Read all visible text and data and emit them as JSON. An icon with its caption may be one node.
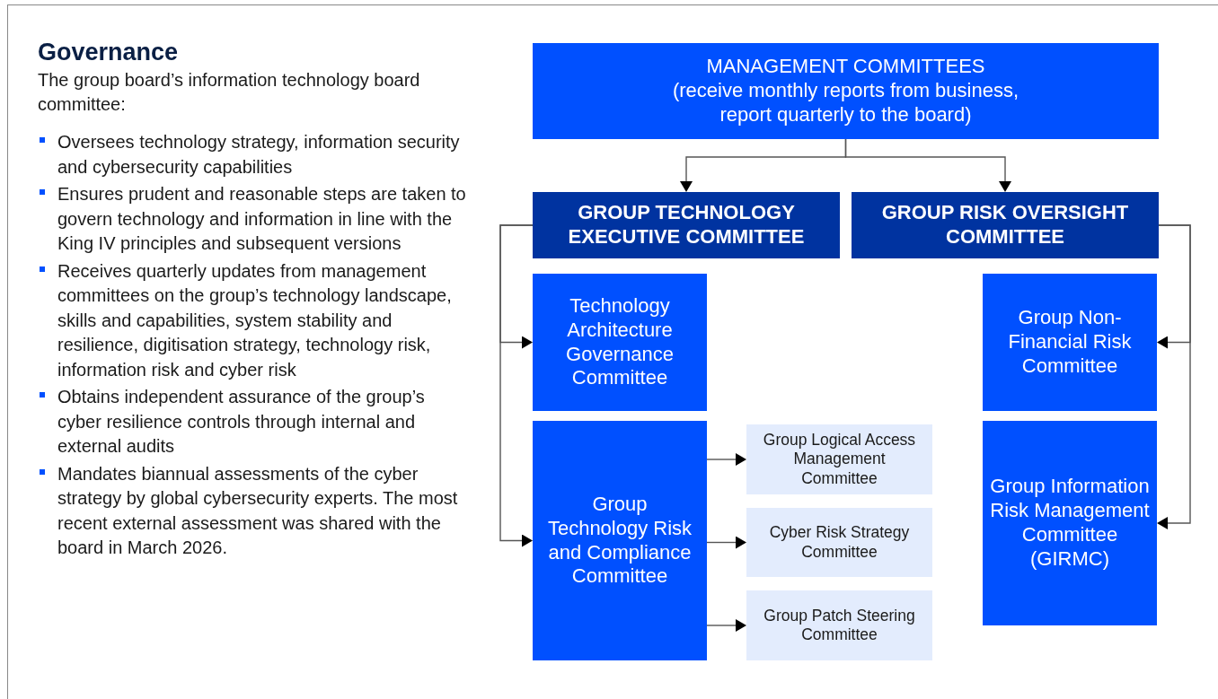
{
  "diagram": {
    "title": "Governance",
    "nodes": [
      {
        "text": [
          "MANAGEMENT COMMITTEES",
          "(receive monthly reports from business, report quarterly to the board)"
        ]
      },
      {
        "text": [
          "GROUP TECHNOLOGY EXECUTIVE COMMITTEE"
        ]
      },
      {
        "text": [
          "GROUP RISK OVERSIGHT COMMITTEE"
        ]
      },
      {
        "text": [
          "Technology Architecture Governance Committee"
        ]
      },
      {
        "text": [
          "Group Technology Risk and Compliance Committee"
        ]
      },
      {
        "text": [
          "Group Logical Access Management Committee"
        ]
      },
      {
        "text": [
          "Cyber Risk Strategy Committee"
        ]
      },
      {
        "text": [
          "Group Patch Steering Committee"
        ]
      },
      {
        "text": [
          "Group Non-Financial Risk Committee"
        ]
      },
      {
        "text": [
          "Group Information Risk Management Committee (GIRMC)"
        ]
      }
    ],
    "edges": [
      {
        "from": 0,
        "to": 1,
        "arrow": "to"
      },
      {
        "from": 0,
        "to": 2,
        "arrow": "to"
      },
      {
        "from": 1,
        "to": 3,
        "arrow": "to"
      },
      {
        "from": 1,
        "to": 4,
        "arrow": "to"
      },
      {
        "from": 4,
        "to": 5,
        "arrow": "to"
      },
      {
        "from": 4,
        "to": 6,
        "arrow": "to"
      },
      {
        "from": 4,
        "to": 7,
        "arrow": "to"
      },
      {
        "from": 2,
        "to": 8,
        "arrow": "to"
      },
      {
        "from": 2,
        "to": 9,
        "arrow": "to"
      }
    ],
    "labels": [
      "The group board’s information technology board committee:",
      "Oversees technology strategy, information security and cybersecurity capabilities",
      "Ensures prudent and reasonable steps are taken to govern technology and information in line with the King IV principles and subsequent versions",
      "Receives quarterly updates from management committees on the group’s technology landscape, skills and capabilities, system stability and resilience, digitisation strategy, technology risk, information risk and cyber risk",
      "Obtains independent assurance of the group’s cyber resilience controls through internal and external audits",
      "Mandates biannual assessments of the cyber strategy by global cybersecurity experts. The most recent external assessment was shared with the board in March 2026."
    ]
  }
}
